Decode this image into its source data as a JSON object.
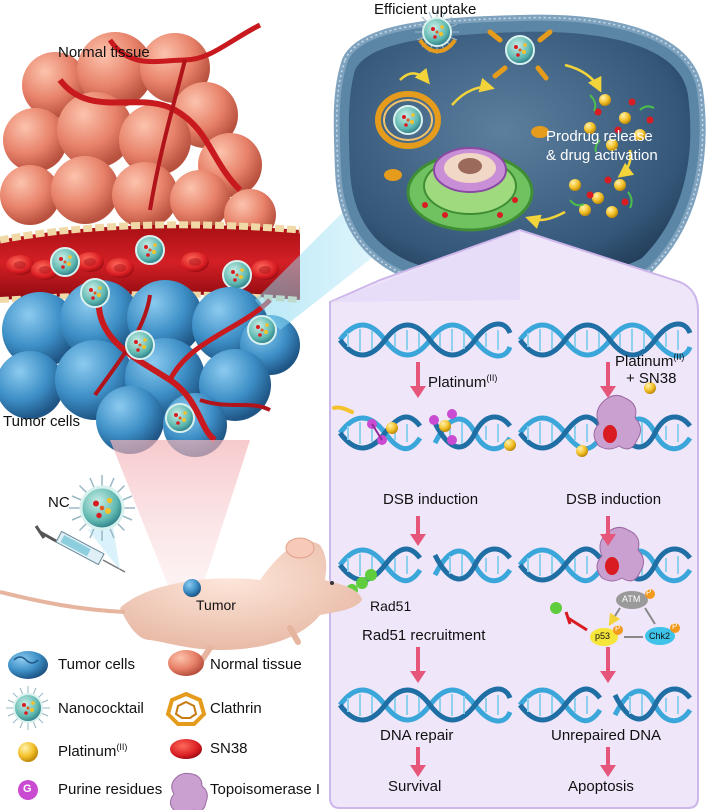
{
  "labels": {
    "normal_tissue": "Normal tissue",
    "efficient_uptake": "Efficient uptake",
    "prodrug_release_1": "Prodrug release",
    "prodrug_release_2": "& drug activation",
    "tumor_cells": "Tumor cells",
    "nc": "NC",
    "tumor": "Tumor"
  },
  "left_path": {
    "treatment": "Platinum",
    "treatment_sup": "(II)",
    "step1": "DSB induction",
    "protein": "Rad51",
    "step2": "Rad51 recruitment",
    "step3": "DNA repair",
    "outcome": "Survival"
  },
  "right_path": {
    "treatment": "Platinum",
    "treatment_sup": "(II)",
    "treatment_2": "+ SN38",
    "step1": "DSB induction",
    "atm": "ATM",
    "p53": "p53",
    "chk2": "Chk2",
    "phospho": "P",
    "step3": "Unrepaired DNA",
    "outcome": "Apoptosis"
  },
  "purine_letter": "G",
  "legend": [
    {
      "label": "Tumor cells",
      "icon": "tumor-cell-icon"
    },
    {
      "label": "Normal tissue",
      "icon": "normal-tissue-icon"
    },
    {
      "label": "Nanococktail",
      "icon": "nanococktail-icon"
    },
    {
      "label": "Clathrin",
      "icon": "clathrin-icon"
    },
    {
      "label": "Platinum",
      "sup": "(II)",
      "icon": "platinum-icon"
    },
    {
      "label": "SN38",
      "icon": "sn38-icon"
    },
    {
      "label": "Purine residues",
      "icon": "purine-icon"
    },
    {
      "label": "Topoisomerase I",
      "icon": "topoisomerase-icon"
    }
  ],
  "colors": {
    "vessel": "#c8191e",
    "tumor_blue": "#3d8fc6",
    "normal_pink": "#e8826a",
    "cell_blue": "#2e5c85",
    "panel_purple": "#efe6fa",
    "arrow_pink": "#e5567a",
    "dna_blue": "#3aa6d9",
    "platinum_yellow": "#f4c22b",
    "sn38_red": "#d81c22"
  }
}
